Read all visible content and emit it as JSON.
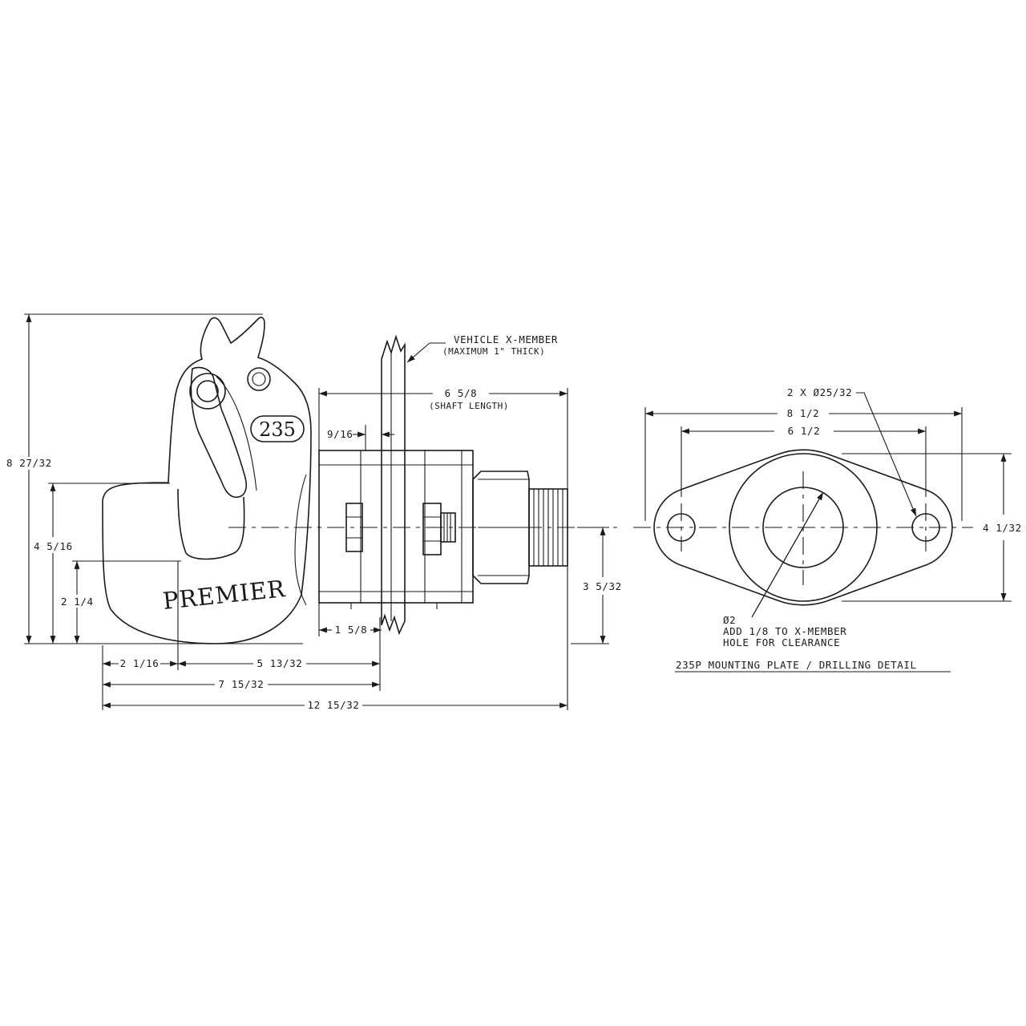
{
  "hitch": {
    "model_number": "235",
    "brand_text": "PREMIER"
  },
  "callouts": {
    "xmember_line1": "VEHICLE X-MEMBER",
    "xmember_line2": "(MAXIMUM 1\" THICK)",
    "hole_count_dia": "2 X Ø25/32",
    "bore_dia": "Ø2",
    "bore_note1": "ADD 1/8 TO X-MEMBER",
    "bore_note2": "HOLE FOR CLEARANCE",
    "plate_title": "235P MOUNTING PLATE / DRILLING DETAIL"
  },
  "dimensions": {
    "overall_height": "8 27/32",
    "hook_height": "4 5/16",
    "throat_height": "2 1/4",
    "shaft_length": "6 5/8",
    "shaft_length_note": "(SHAFT LENGTH)",
    "plate_thick": "9/16",
    "center_to_bottom": "3 5/32",
    "flange_depth": "1 5/8",
    "hook_tip_to_center": "2 1/16",
    "center_to_xmember": "5 13/32",
    "nose_to_xmember": "7 15/32",
    "overall_length": "12 15/32",
    "plate_overall_width": "8 1/2",
    "plate_hole_spacing": "6 1/2",
    "plate_height": "4 1/32"
  }
}
